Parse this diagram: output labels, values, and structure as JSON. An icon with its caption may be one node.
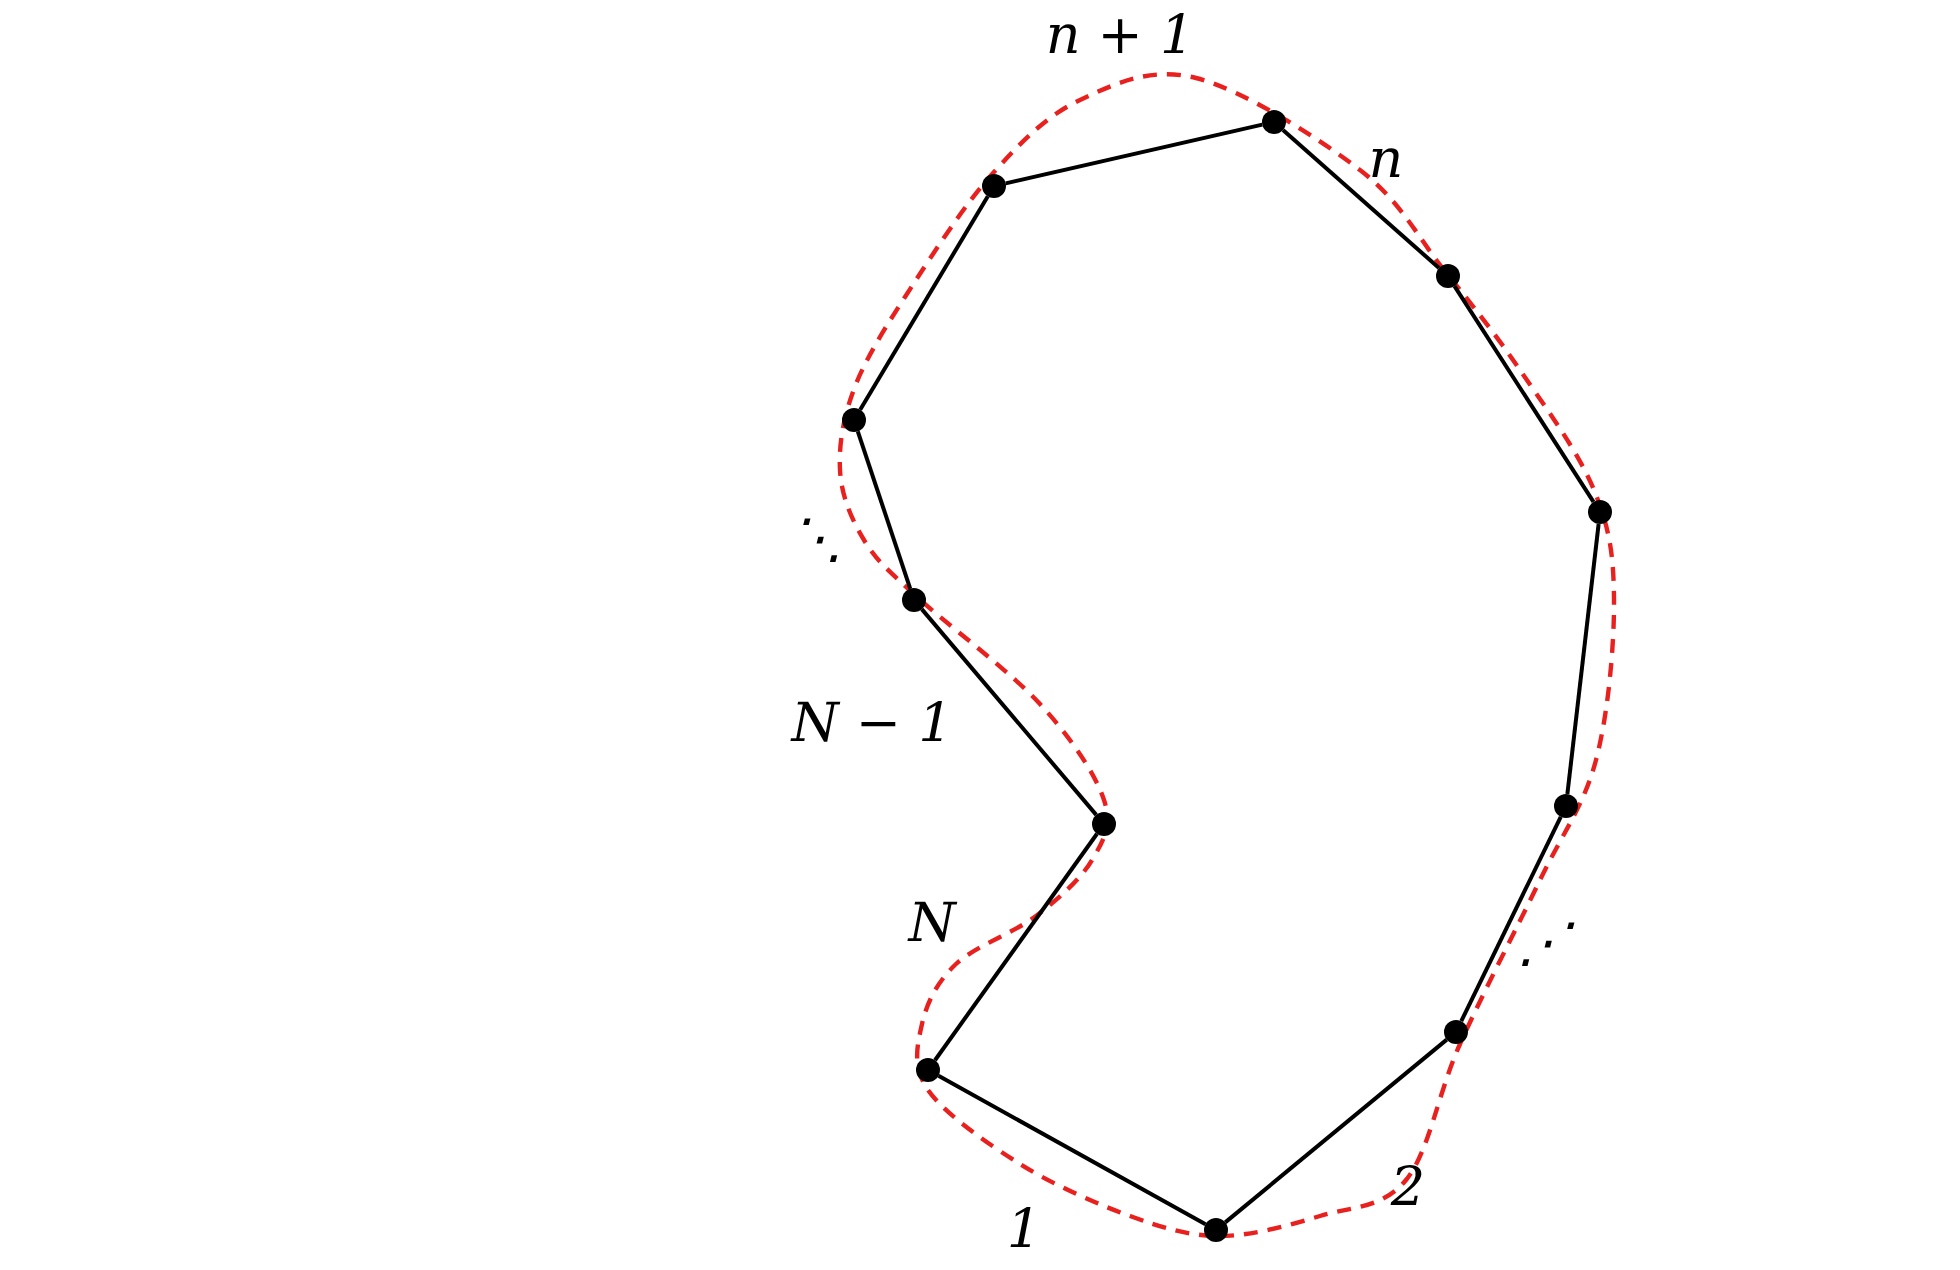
{
  "diagram": {
    "nodes": [
      {
        "text": [],
        "shape": "circle"
      },
      {
        "text": [],
        "shape": "circle"
      },
      {
        "text": [],
        "shape": "circle"
      },
      {
        "text": [],
        "shape": "circle"
      },
      {
        "text": [],
        "shape": "circle"
      },
      {
        "text": [],
        "shape": "circle"
      },
      {
        "text": [],
        "shape": "circle"
      },
      {
        "text": [],
        "shape": "circle"
      },
      {
        "text": [],
        "shape": "circle"
      },
      {
        "text": [],
        "shape": "circle"
      },
      {
        "text": [],
        "shape": "circle"
      }
    ],
    "edges": [
      {
        "from": 10,
        "to": 8,
        "arrow": "none"
      },
      {
        "from": 8,
        "to": 6,
        "arrow": "none"
      },
      {
        "from": 6,
        "to": 4,
        "arrow": "none"
      },
      {
        "from": 4,
        "to": 2,
        "arrow": "none"
      },
      {
        "from": 2,
        "to": 0,
        "arrow": "none"
      },
      {
        "from": 0,
        "to": 1,
        "arrow": "none"
      },
      {
        "from": 1,
        "to": 3,
        "arrow": "none"
      },
      {
        "from": 3,
        "to": 5,
        "arrow": "none"
      },
      {
        "from": 5,
        "to": 7,
        "arrow": "none"
      },
      {
        "from": 7,
        "to": 9,
        "arrow": "none"
      },
      {
        "from": 9,
        "to": 10,
        "arrow": "none"
      }
    ],
    "labels": [
      "n + 1",
      "n",
      "⋱",
      "N − 1",
      "N",
      "⋰",
      "2",
      "1"
    ]
  }
}
